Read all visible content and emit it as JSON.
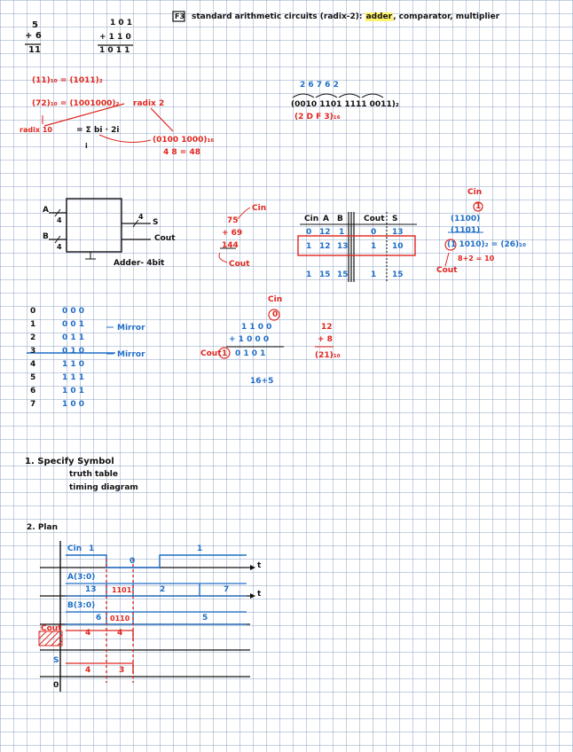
{
  "header": {
    "tag": "F3",
    "title_before": "standard arithmetic circuits (radix-2): ",
    "title_highlight": "adder",
    "title_after": ", comparator, multiplier"
  },
  "sum_small": {
    "a": "5",
    "b": "+ 6",
    "r": "11"
  },
  "sum_binary": {
    "a": "1 0 1",
    "b": "+ 1 1 0",
    "r": "1 0 1 1"
  },
  "radix": {
    "eq1": "(11)₁₀ = (1011)₂",
    "eq2": "(72)₁₀ = (1001000)₂",
    "radix2_note": "radix 2",
    "radix10_note": "radix 10",
    "sum_formula": "= Σ bi · 2i",
    "i_sub": "i",
    "grouped": "(0100 1000)₁₆",
    "hex_digits": "4    8  =  48",
    "hex_top": "2   6   7   6   2",
    "hex_bin": "(0010  1101  1111  0011)₂",
    "hex_val": "(2    D    F    3)₁₆"
  },
  "adder": {
    "a_label": "A",
    "b_label": "B",
    "a_width": "4",
    "b_width": "4",
    "s_label": "S",
    "s_width": "4",
    "cout_label": "Cout",
    "caption": "Adder- 4bit",
    "cin_note": "Cin",
    "cout_note": "Cout"
  },
  "mid_sum": {
    "a": "75",
    "b": "+ 69",
    "r": "144"
  },
  "truth_table": {
    "headers": [
      "Cin",
      "A",
      "B",
      "Cout",
      "S"
    ],
    "rows": [
      [
        "0",
        "12",
        "1",
        "0",
        "13"
      ],
      [
        "1",
        "12",
        "13",
        "1",
        "10"
      ],
      [
        "1",
        "15",
        "15",
        "1",
        "15"
      ]
    ]
  },
  "right_calc": {
    "cin": "Cin",
    "one": "1",
    "l1": "(1100)",
    "l2": "(1101)",
    "l3": "(1 1010)₂  =  (26)₁₀",
    "l4": "8+2 = 10",
    "cout": "Cout"
  },
  "gray": {
    "rows": [
      [
        "0",
        "0 0 0"
      ],
      [
        "1",
        "0 0 1"
      ],
      [
        "2",
        "0 1 1"
      ],
      [
        "3",
        "0 1 0"
      ],
      [
        "4",
        "1 1 0"
      ],
      [
        "5",
        "1 1 1"
      ],
      [
        "6",
        "1 0 1"
      ],
      [
        "7",
        "1 0 0"
      ]
    ],
    "mirror1": "Mirror",
    "mirror2": "Mirror"
  },
  "bin_add": {
    "cin": "Cin",
    "cin_val": "0",
    "a": "1 1 0 0",
    "b": "+ 1 0 0 0",
    "cout": "Cout",
    "cout_val": "1",
    "r": "0 1 0 1",
    "note": "16+5"
  },
  "dec_add": {
    "a": "12",
    "b": "+ 8",
    "r": "(21)₁₀"
  },
  "steps": {
    "s1": "1. Specify Symbol",
    "s1b": "truth table",
    "s1c": "timing diagram",
    "s2": "2. Plan"
  },
  "timing": {
    "cin": "Cin",
    "cin_hi": "1",
    "cin_lo": "0",
    "cin_hi2": "1",
    "t1": "t",
    "a_label": "A(3:0)",
    "a_v1": "13",
    "a_v2": "1101",
    "a_v3": "2",
    "a_v4": "7",
    "t2": "t",
    "b_label": "B(3:0)",
    "b_v1": "6",
    "b_v2": "0110",
    "b_v3": "5",
    "cout": "Cout",
    "c_v1": "4",
    "c_v2": "4",
    "s_label": "S",
    "s_v1": "4",
    "s_v2": "3",
    "zero": "0"
  }
}
